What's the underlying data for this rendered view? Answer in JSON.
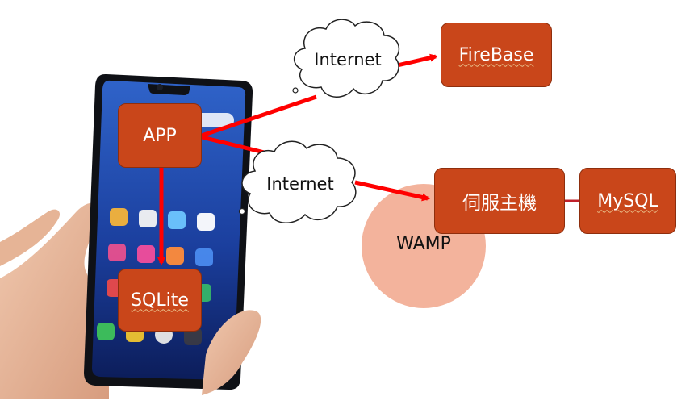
{
  "nodes": {
    "app": "APP",
    "sqlite": "SQLite",
    "firebase": "FireBase",
    "server": "伺服主機",
    "mysql": "MySQL",
    "wamp": "WAMP"
  },
  "clouds": {
    "top": "Internet",
    "bottom": "Internet"
  },
  "colors": {
    "box_fill": "#c9461a",
    "arrow": "#ff0000",
    "wamp_circle": "#f3b39c"
  },
  "icons": [
    "phone-illustration",
    "hand-illustration",
    "cloud-icon"
  ]
}
